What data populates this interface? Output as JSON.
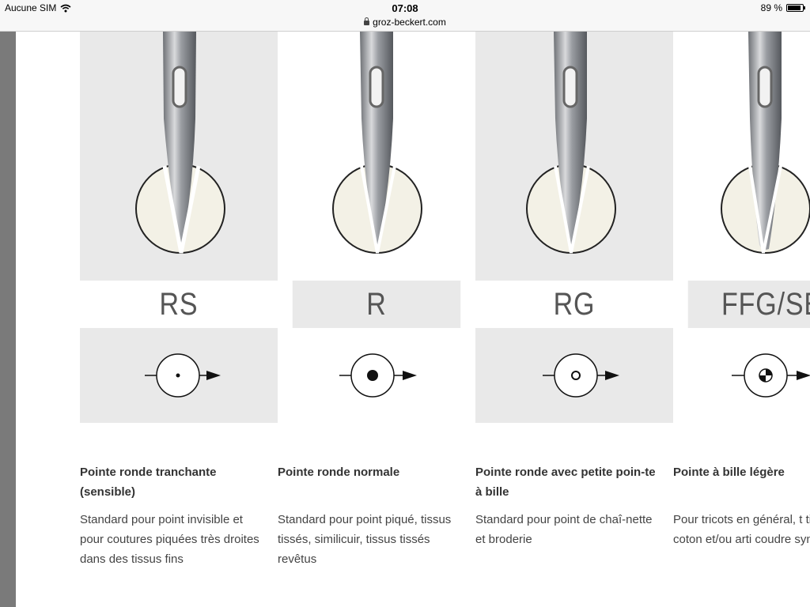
{
  "status_bar": {
    "carrier": "Aucune SIM",
    "time": "07:08",
    "battery": "89 %",
    "battery_level": 0.89
  },
  "url_bar": {
    "domain": "groz-beckert.com"
  },
  "needles": [
    {
      "code": "RS",
      "title": "Pointe ronde tranchante (sensible)",
      "description": "Standard pour point invisible et pour coutures piquées très droites dans des tissus fins",
      "symbol": "small-dot"
    },
    {
      "code": "R",
      "title": "Pointe ronde normale",
      "description": "Standard pour point piqué, tissus tissés, similicuir, tissus tissés revêtus",
      "symbol": "filled-dot"
    },
    {
      "code": "RG",
      "title": "Pointe ronde avec petite poin-te à bille",
      "description": "Standard pour point de chaî-nette et broderie",
      "symbol": "hollow-dot"
    },
    {
      "code": "FFG/SE",
      "title": "Pointe à bille légère",
      "description": "Pour tricots en général, t tissés en coton et/ou arti coudre synthétiques",
      "symbol": "quartered-dot"
    }
  ]
}
